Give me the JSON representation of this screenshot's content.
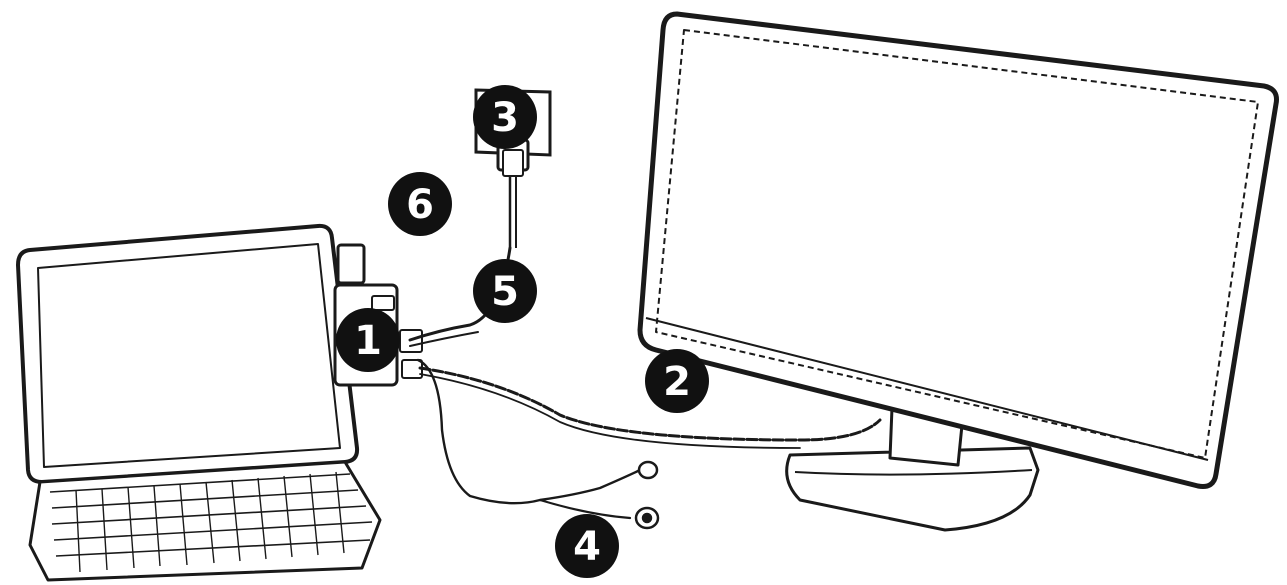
{
  "callouts": [
    {
      "id": "hub",
      "label": "1"
    },
    {
      "id": "monitor-cable",
      "label": "2"
    },
    {
      "id": "power-adapter",
      "label": "3"
    },
    {
      "id": "earphones",
      "label": "4"
    },
    {
      "id": "power-cable",
      "label": "5"
    },
    {
      "id": "tablet-port",
      "label": "6"
    }
  ],
  "colors": {
    "line": "#1a1a1a",
    "badge": "#111111",
    "badge_text": "#ffffff"
  }
}
